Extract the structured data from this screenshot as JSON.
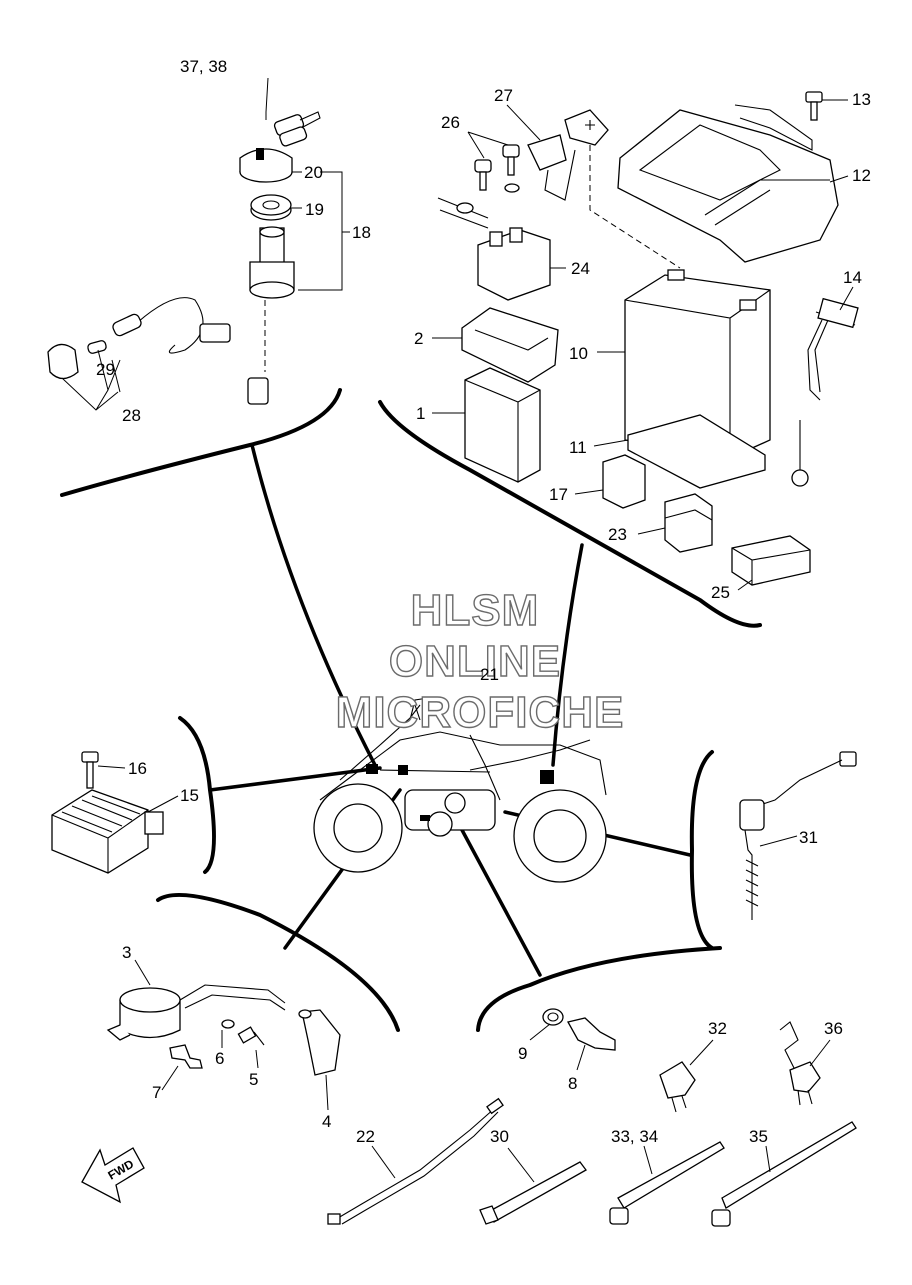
{
  "watermark": [
    "HLSM",
    "ONLINE",
    "MICROFICHE"
  ],
  "fwd_label": "FWD",
  "callouts": [
    "1",
    "2",
    "3",
    "4",
    "5",
    "6",
    "7",
    "8",
    "9",
    "10",
    "11",
    "12",
    "13",
    "14",
    "15",
    "16",
    "17",
    "18",
    "19",
    "20",
    "21",
    "22",
    "23",
    "24",
    "25",
    "26",
    "27",
    "28",
    "29",
    "30",
    "31",
    "32",
    "33, 34",
    "35",
    "36",
    "37, 38"
  ]
}
